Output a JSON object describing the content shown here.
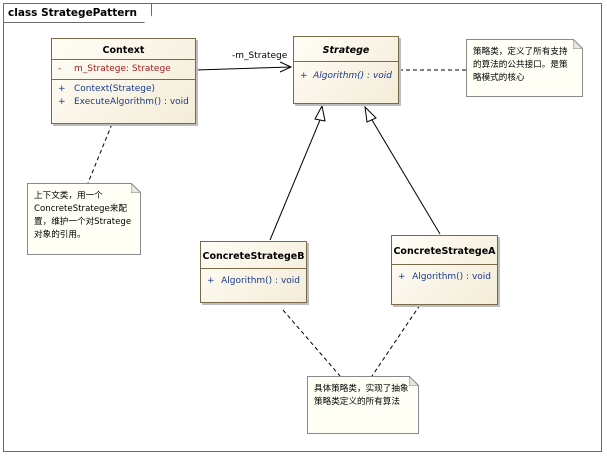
{
  "diagram": {
    "frame_label": "class StrategePattern",
    "classes": {
      "context": {
        "name": "Context",
        "attributes": [
          {
            "visibility": "-",
            "text": "m_Stratege:  Stratege"
          }
        ],
        "operations": [
          {
            "visibility": "+",
            "text": "Context(Stratege)"
          },
          {
            "visibility": "+",
            "text": "ExecuteAlgorithm() : void"
          }
        ]
      },
      "stratege": {
        "name": "Stratege",
        "abstract": true,
        "operations": [
          {
            "visibility": "+",
            "text": "Algorithm() : void"
          }
        ]
      },
      "concrete_b": {
        "name": "ConcreteStrategeB",
        "operations": [
          {
            "visibility": "+",
            "text": "Algorithm() : void"
          }
        ]
      },
      "concrete_a": {
        "name": "ConcreteStrategeA",
        "operations": [
          {
            "visibility": "+",
            "text": "Algorithm() : void"
          }
        ]
      }
    },
    "association_label": "-m_Stratege",
    "notes": {
      "stratege_note": "策略类，定义了所有支持的算法的公共接口。是策略模式的核心",
      "context_note": "上下文类，用一个ConcreteStratege来配置，维护一个对Stratege对象的引用。",
      "concrete_note": "具体策略类，实现了抽象策略类定义的所有算法"
    },
    "colors": {
      "class_border": "#7a6a4a",
      "class_fill": "#f4ecd8",
      "attribute_text": "#a02020",
      "operation_text": "#1a3a8a"
    }
  }
}
